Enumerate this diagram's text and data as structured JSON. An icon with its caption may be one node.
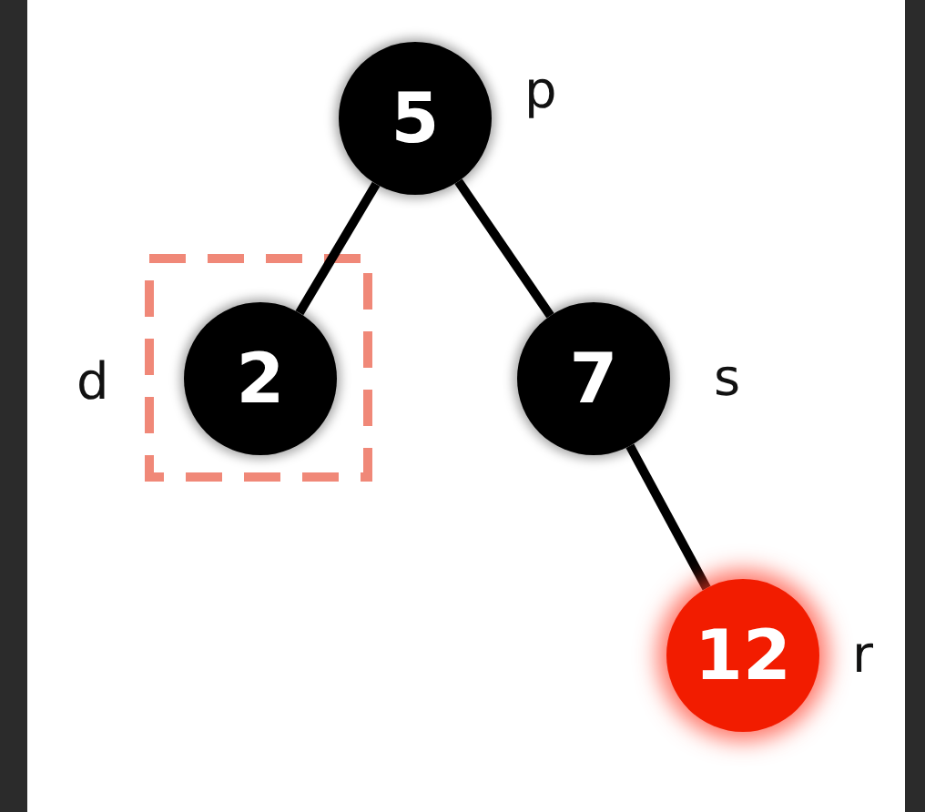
{
  "diagram": {
    "nodes": [
      {
        "text": [
          "5"
        ],
        "beside": [
          "p"
        ]
      },
      {
        "text": [
          "2"
        ],
        "beside": [
          "d"
        ]
      },
      {
        "text": [
          "7"
        ],
        "beside": [
          "s"
        ]
      },
      {
        "text": [
          "12"
        ],
        "beside": [
          "r"
        ]
      }
    ],
    "edges": [
      {
        "from": 0,
        "to": 1,
        "arrow": "none"
      },
      {
        "from": 0,
        "to": 2,
        "arrow": "none"
      },
      {
        "from": 2,
        "to": 3,
        "arrow": "none"
      }
    ]
  }
}
